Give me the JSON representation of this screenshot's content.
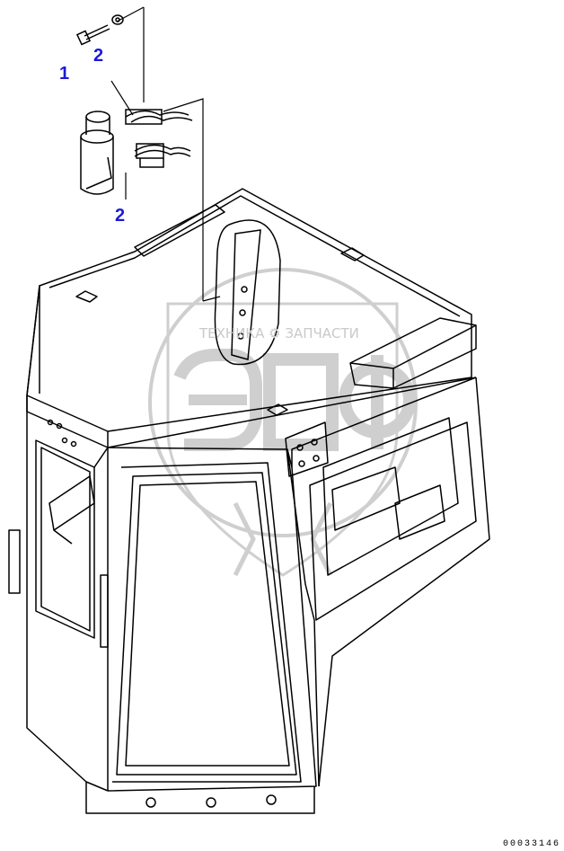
{
  "callouts": {
    "part1": "1",
    "part2_top": "2",
    "part2_bottom": "2"
  },
  "drawing_number": "00033146",
  "watermark": {
    "text_left": "ТЕХНИКА",
    "text_right": "ЗАПЧАСТИ",
    "logo": "ЭПФ"
  },
  "colors": {
    "line": "#000000",
    "callout": "#1a1ad6",
    "watermark": "#c9c9c9"
  }
}
